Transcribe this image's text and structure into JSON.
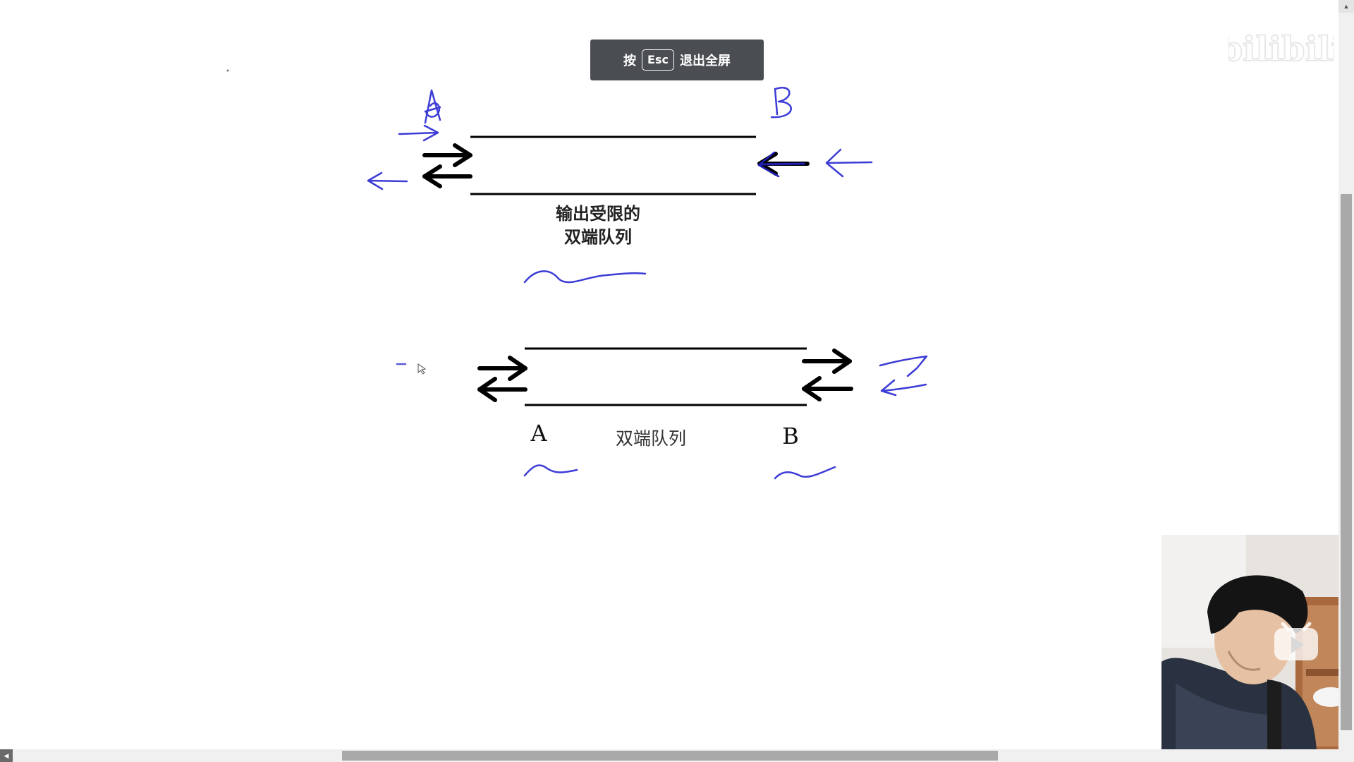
{
  "overlay": {
    "press_label": "按",
    "esc_key": "Esc",
    "exit_label": "退出全屏"
  },
  "diagram_top": {
    "caption_line1": "输出受限的",
    "caption_line2": "双端队列",
    "handwritten_left_letter": "A",
    "handwritten_right_letter": "B"
  },
  "diagram_bottom": {
    "label_a": "A",
    "caption": "双端队列",
    "label_b": "B"
  },
  "watermark": {
    "text": "bilibili"
  },
  "ink_color": "#3c3cd6",
  "icons": [
    "play-icon",
    "scroll-up-icon",
    "scroll-left-icon"
  ]
}
